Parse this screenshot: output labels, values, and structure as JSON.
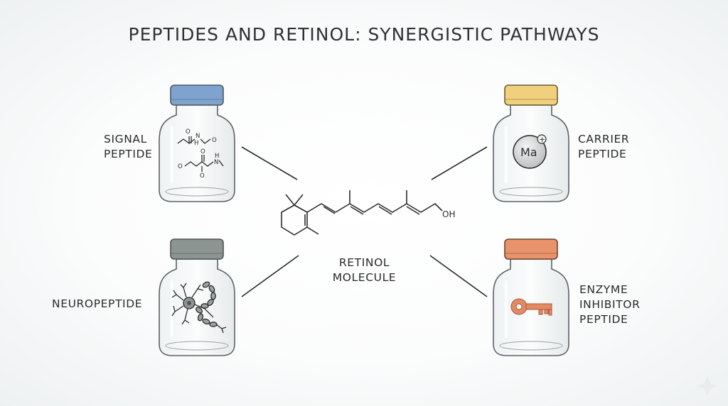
{
  "title": "PEPTIDES AND RETINOL: SYNERGISTIC PATHWAYS",
  "center": {
    "label_lines": [
      "RETINOL",
      "MOLECULE"
    ],
    "oh_label": "OH"
  },
  "jars": {
    "signal": {
      "label_lines": [
        "SIGNAL",
        "PEPTIDE"
      ],
      "lid_color": "#7fa3cf",
      "icon": "peptide-structure-icon",
      "formula_texts": [
        "H",
        "N",
        "O",
        "O",
        "O",
        "N",
        "H",
        "O"
      ]
    },
    "neuro": {
      "label_lines": [
        "NEUROPEPTIDE"
      ],
      "lid_color": "#8d9593",
      "icon": "neuron-icon"
    },
    "carrier": {
      "label_lines": [
        "CARRIER",
        "PEPTIDE"
      ],
      "lid_color": "#f0d07c",
      "icon": "metal-ion-icon",
      "ion_text": "Ma",
      "ion_charge": "+"
    },
    "enzyme": {
      "label_lines": [
        "ENZYME",
        "INHIBITOR",
        "PEPTIDE"
      ],
      "lid_color": "#e9936a",
      "icon": "key-icon"
    }
  },
  "colors": {
    "line": "#2b2b2b",
    "glass_stroke": "#5c6266",
    "key": "#e48a62"
  }
}
